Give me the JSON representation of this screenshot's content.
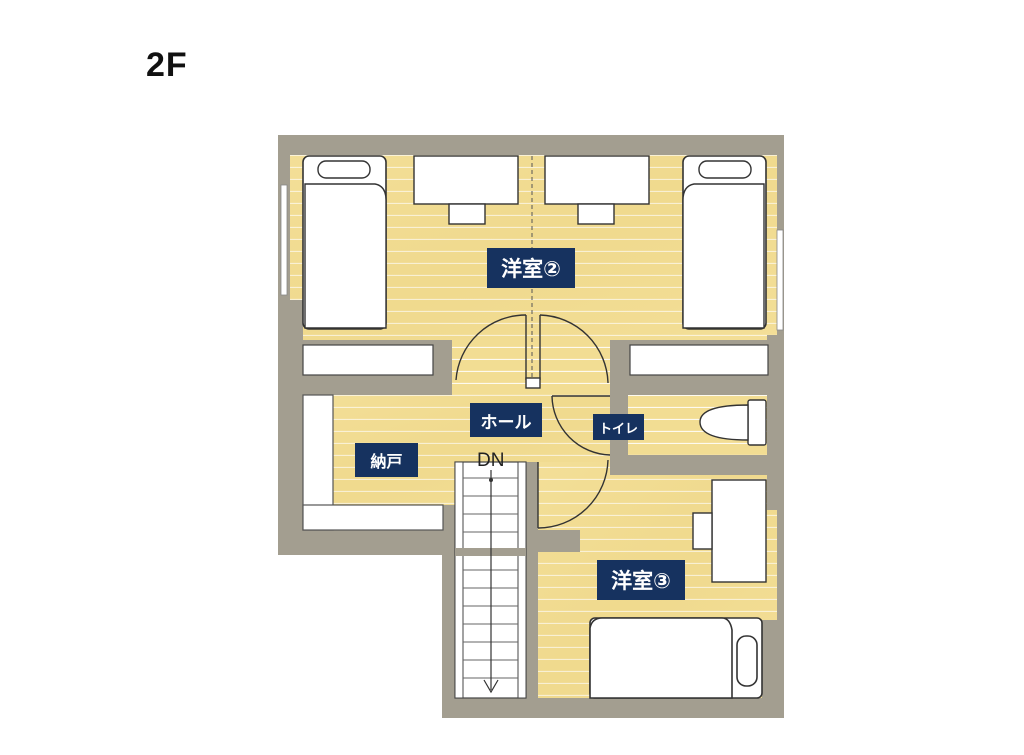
{
  "floor": {
    "label": "2F"
  },
  "rooms": {
    "western_room_2": "洋室②",
    "hall": "ホール",
    "toilet": "トイレ",
    "storage": "納戸",
    "western_room_3": "洋室③"
  },
  "stairs": {
    "direction_label": "DN"
  },
  "colors": {
    "wall": "#a39e90",
    "floor_wood": "#f2dd93",
    "label_bg": "#16325f",
    "label_text": "#ffffff"
  }
}
